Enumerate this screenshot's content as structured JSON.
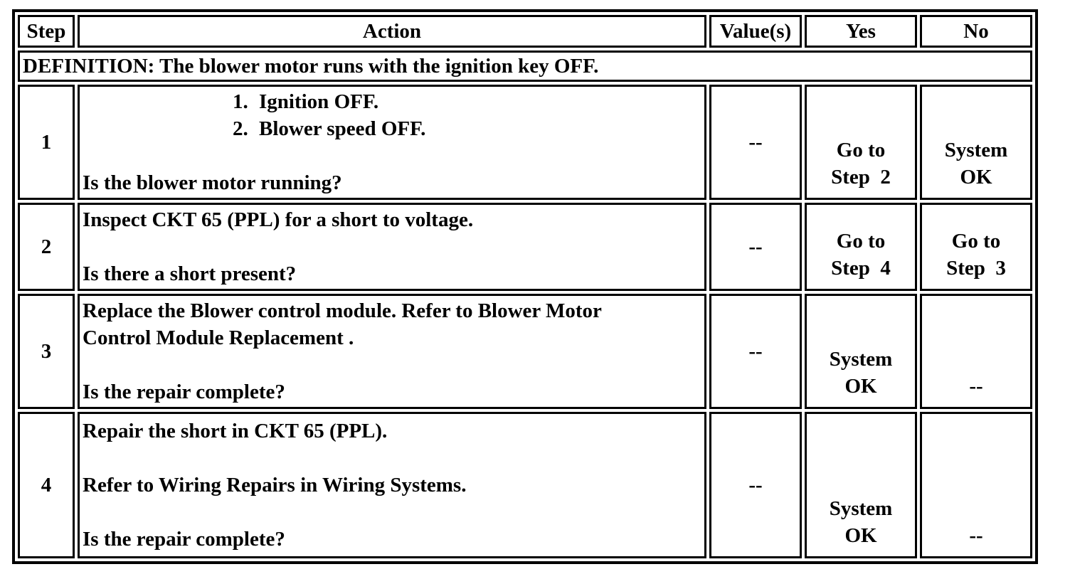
{
  "page": {
    "background_color": "#ffffff",
    "text_color": "#000000",
    "border_color": "#000000"
  },
  "table": {
    "headers": {
      "step": "Step",
      "action": "Action",
      "values": "Value(s)",
      "yes": "Yes",
      "no": "No"
    },
    "definition": "DEFINITION: The blower motor runs with the ignition key OFF.",
    "rows": [
      {
        "step": "1",
        "action_list": [
          "Ignition OFF.",
          "Blower speed OFF."
        ],
        "question": "Is the blower motor running?",
        "values": "--",
        "yes": "Go to\nStep  2",
        "no": "System\nOK"
      },
      {
        "step": "2",
        "paragraphs": [
          "Inspect CKT 65 (PPL) for a short to voltage."
        ],
        "question": "Is there a short present?",
        "values": "--",
        "yes": "Go to\nStep  4",
        "no": "Go to\nStep  3"
      },
      {
        "step": "3",
        "paragraphs": [
          "Replace the Blower control module. Refer to Blower Motor\nControl Module Replacement ."
        ],
        "question": "Is the repair complete?",
        "values": "--",
        "yes": "System\nOK",
        "no": "--"
      },
      {
        "step": "4",
        "paragraphs": [
          "Repair the short in CKT 65 (PPL).",
          "Refer to Wiring Repairs in Wiring Systems."
        ],
        "question": "Is the repair complete?",
        "values": "--",
        "yes": "System\nOK",
        "no": "--"
      }
    ]
  }
}
